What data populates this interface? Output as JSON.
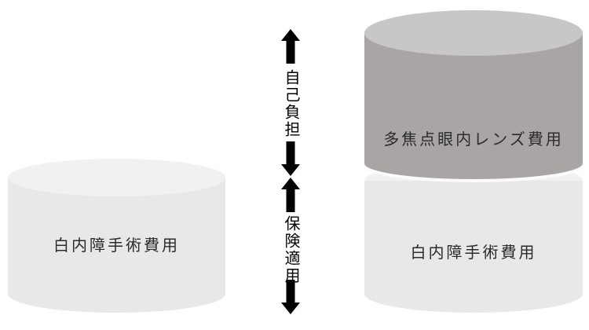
{
  "diagram": {
    "left_cylinder": {
      "label": "白内障手術費用"
    },
    "right_stack": {
      "top_segment": {
        "label": "多焦点眼内レンズ費用"
      },
      "bottom_segment": {
        "label": "白内障手術費用"
      }
    },
    "axis": {
      "top_label": "自己負担",
      "bottom_label": "保険適用"
    }
  },
  "colors": {
    "background": "#ffffff",
    "light_cylinder_body": "#e8e8ea",
    "light_cylinder_top": "#f1f0f2",
    "dark_cylinder_body": "#a9a5a4",
    "dark_cylinder_top": "#c8c6c6",
    "arrow": "#000000",
    "label_text": "#2b2b2b"
  }
}
